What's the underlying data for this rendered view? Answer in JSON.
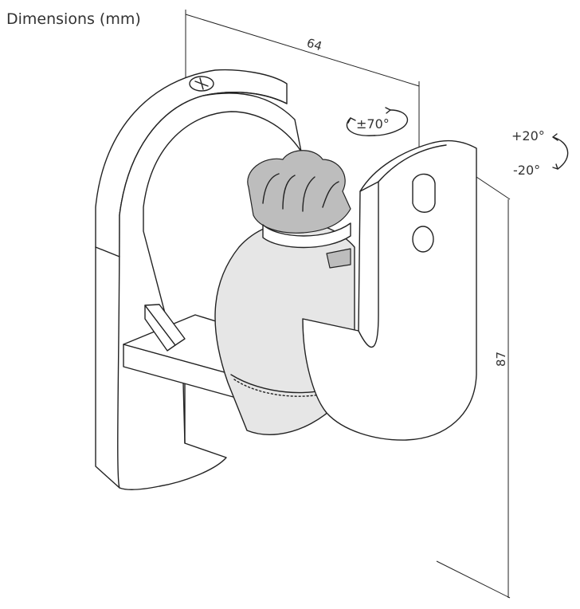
{
  "title": "Dimensions (mm)",
  "dimensions": {
    "width": "64",
    "height": "87"
  },
  "rotations": {
    "horizontal": "±70°",
    "tilt_up": "+20°",
    "tilt_down": "-20°"
  },
  "colors": {
    "ink": "#222222",
    "label": "#333333",
    "ball": "#e6e6e6",
    "knob": "#bdbdbd"
  }
}
